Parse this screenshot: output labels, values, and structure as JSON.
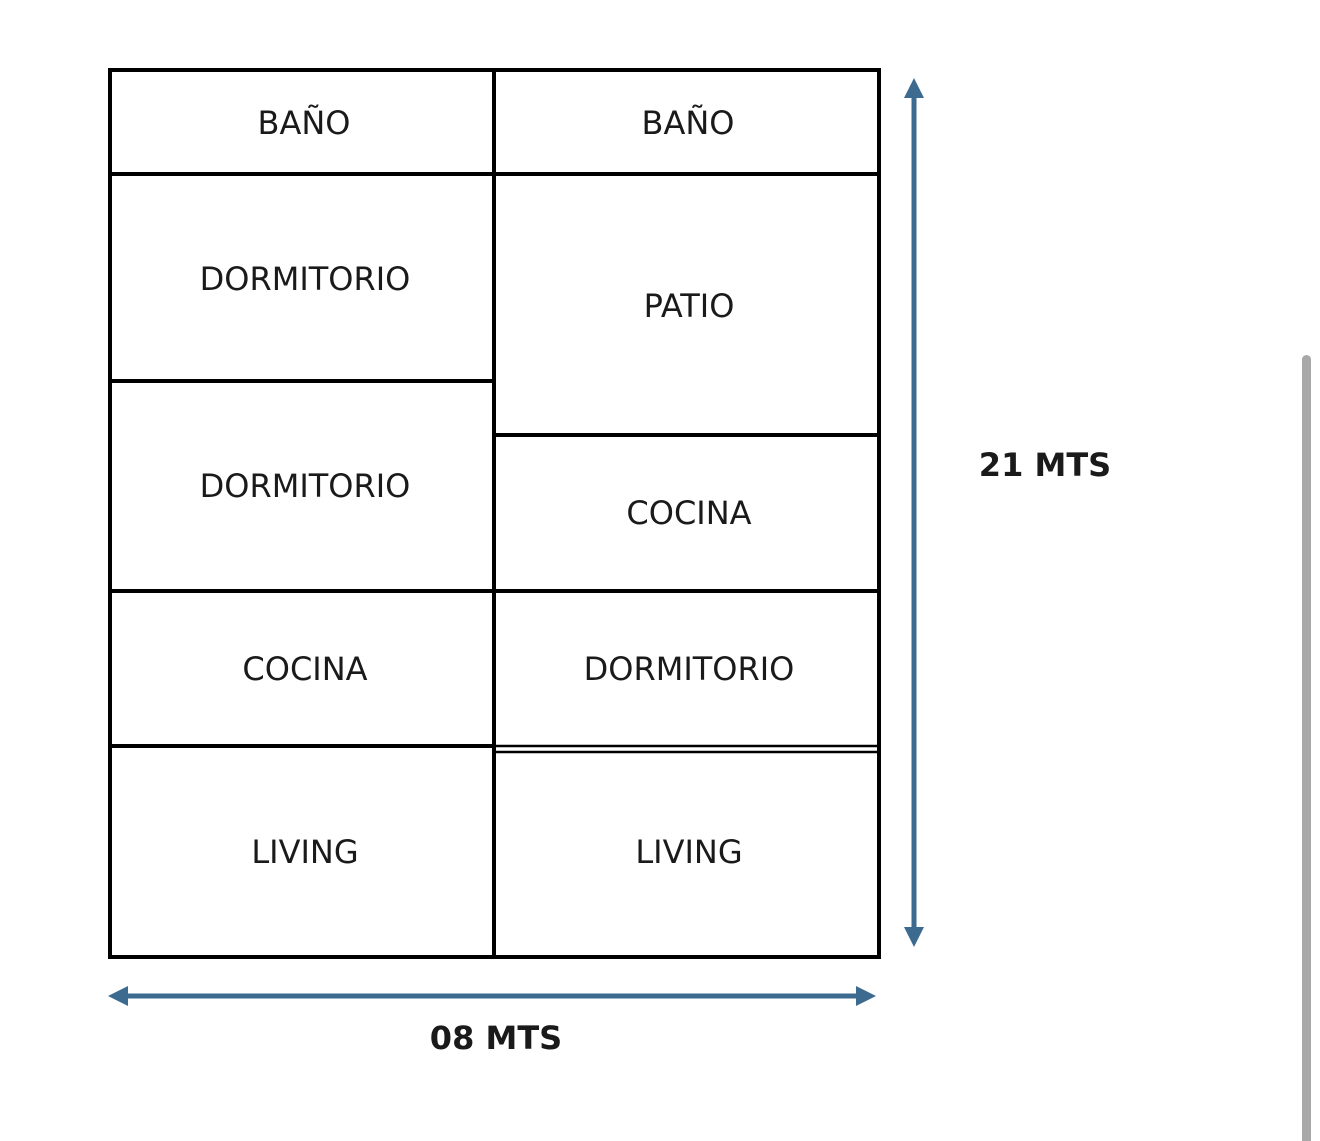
{
  "rooms": {
    "left_bano": "BAÑO",
    "right_bano": "BAÑO",
    "left_dormitorio_1": "DORMITORIO",
    "right_patio": "PATIO",
    "left_dormitorio_2": "DORMITORIO",
    "right_cocina": "COCINA",
    "left_cocina": "COCINA",
    "right_dormitorio": "DORMITORIO",
    "left_living": "LIVING",
    "right_living": "LIVING"
  },
  "dimensions": {
    "height_label": "21 MTS",
    "width_label": "08 MTS"
  },
  "colors": {
    "wall": "#000000",
    "arrow": "#3d6a8f",
    "text": "#1a1a1a",
    "scrollbar": "#a8a8a8"
  }
}
